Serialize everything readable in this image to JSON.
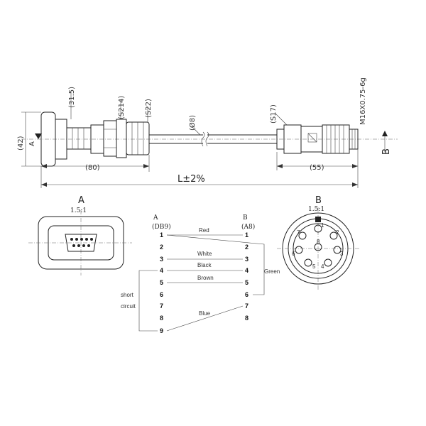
{
  "cable": {
    "dim_31_5": "(31.5)",
    "dim_s214": "(S214)",
    "dim_s22": "(S22)",
    "dim_8": "(Ø8)",
    "dim_s17": "(S17)",
    "dim_42": "(42)",
    "label_a": "A",
    "dim_80": "(80)",
    "dim_55": "(55)",
    "length": "L±2%",
    "thread": "M16X0.75-6g",
    "label_b": "B"
  },
  "view_a": {
    "title": "A",
    "scale": "1.5:1"
  },
  "view_b": {
    "title": "B",
    "scale": "1.5:1",
    "pins": [
      "1",
      "2",
      "3",
      "4",
      "5",
      "6",
      "7",
      "8"
    ]
  },
  "wiring": {
    "left_header": "A",
    "left_sub": "(DB9)",
    "right_header": "B",
    "right_sub": "(A8)",
    "left_pins": [
      "1",
      "2",
      "3",
      "4",
      "5",
      "6",
      "7",
      "8",
      "9"
    ],
    "right_pins": [
      "1",
      "2",
      "3",
      "4",
      "5",
      "6",
      "7",
      "8"
    ],
    "wires": {
      "red": "Red",
      "white": "White",
      "black": "Black",
      "brown": "Brown",
      "green": "Green",
      "blue": "Blue"
    },
    "short_circuit_1": "short",
    "short_circuit_2": "circuit"
  }
}
